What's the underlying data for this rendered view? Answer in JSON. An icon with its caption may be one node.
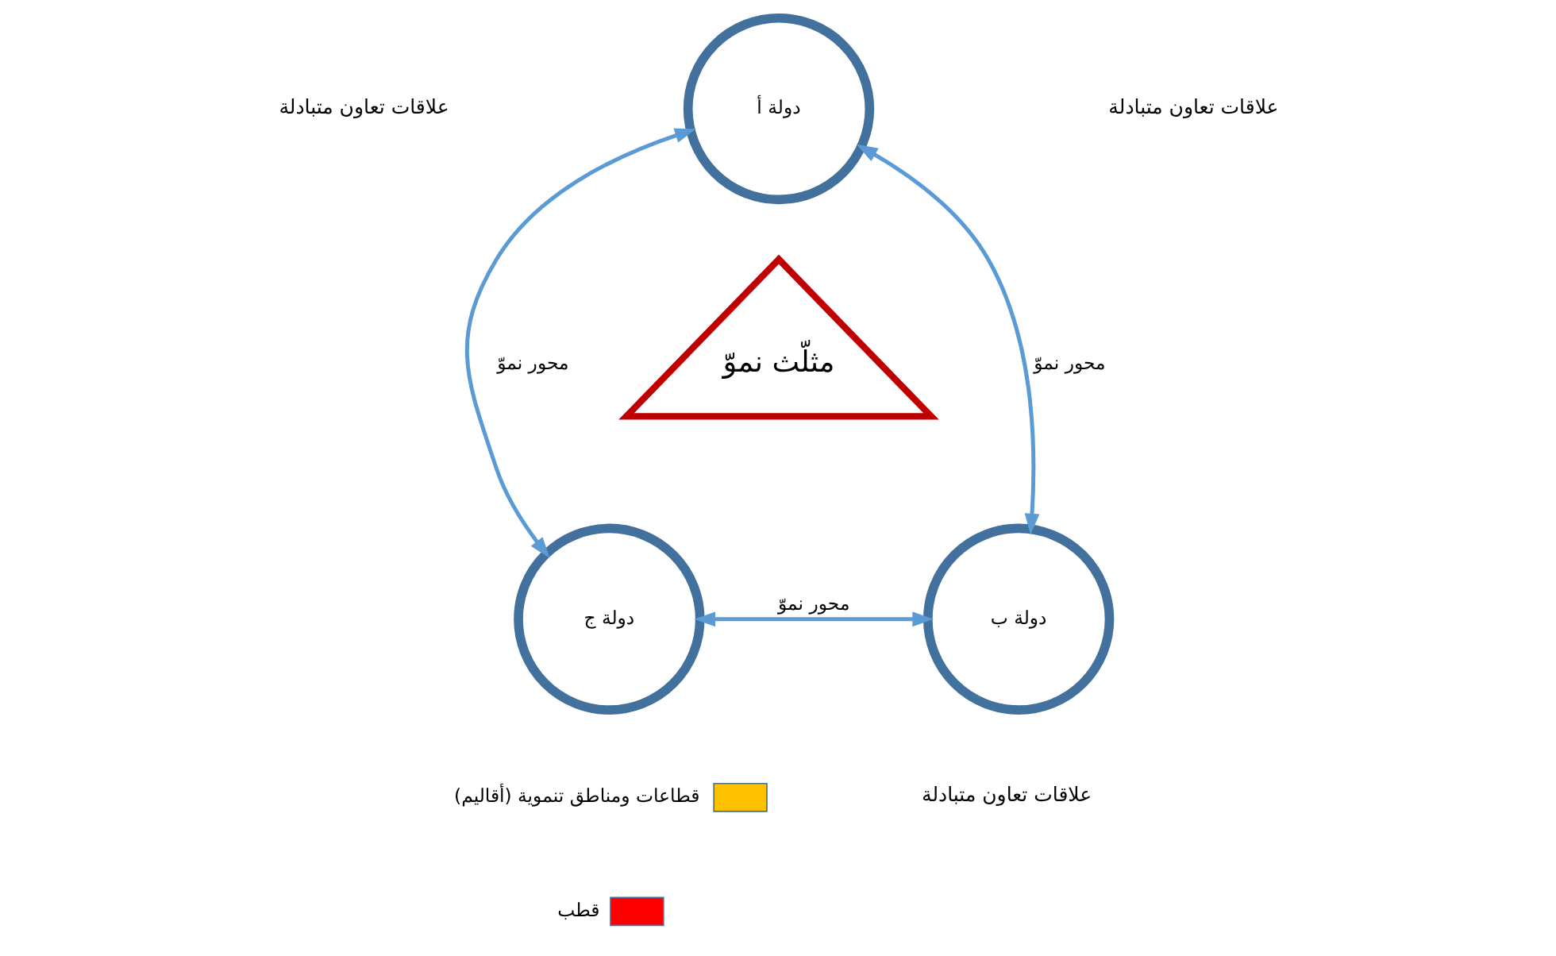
{
  "diagram": {
    "nodes": [
      {
        "text": [
          "دولة أ"
        ]
      },
      {
        "text": [
          "دولة ب"
        ]
      },
      {
        "text": [
          "دولة ج"
        ]
      },
      {
        "text": [
          "مثلّث نموّ"
        ]
      }
    ],
    "edges": [
      {
        "from": 2,
        "to": 0,
        "arrow": "both",
        "label": "محور نموّ"
      },
      {
        "from": 0,
        "to": 1,
        "arrow": "both",
        "label": "محور نموّ"
      },
      {
        "from": 2,
        "to": 1,
        "arrow": "both",
        "label": "محور نموّ"
      }
    ],
    "labels": [
      "علاقات تعاون متبادلة",
      "علاقات تعاون متبادلة",
      "علاقات تعاون متبادلة"
    ],
    "legend": [
      {
        "text": "قطاعات ومناطق تنموية (أقاليم)",
        "color": "#ffc000"
      },
      {
        "text": "قطب",
        "color": "#ff0000"
      }
    ]
  }
}
